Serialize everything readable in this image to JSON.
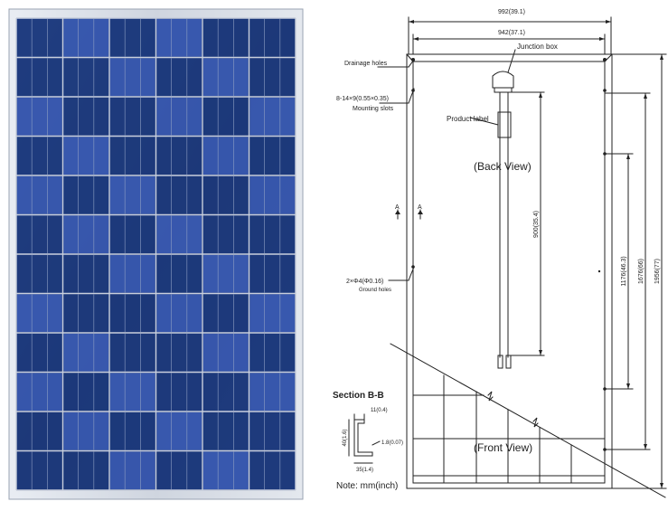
{
  "photo": {
    "frame_color": "#d8dde6",
    "cell_color": "#1d3a7a",
    "cell_highlight": "#3a5ab0",
    "grid_lines": "#c9cfdc",
    "columns": 6,
    "rows": 12
  },
  "drawing": {
    "dim_overall_width": "992(39.1)",
    "dim_inner_width": "942(37.1)",
    "drainage_holes": "Drainage holes",
    "mounting_slots_spec": "8-14×9(0.55×0.35)",
    "mounting_slots": "Mounting slots",
    "junction_box": "Junction box",
    "product_label": "Product label",
    "back_view": "(Back View)",
    "front_view": "(Front View)",
    "section_marker_left": "A",
    "section_marker_right": "A",
    "ground_holes_spec": "2×Φ4(Φ0.16)",
    "ground_holes": "Ground holes",
    "dim_cable": "900(35.4)",
    "dim_1176": "1176(46.3)",
    "dim_1676": "1676(66)",
    "dim_1956": "1956(77)",
    "section_title": "Section B-B",
    "sec_dim_11": "11(0.4)",
    "sec_dim_40": "40(1.6)",
    "sec_dim_18": "1.8(0.07)",
    "sec_dim_35": "35(1.4)",
    "note": "Note:  mm(inch)"
  }
}
